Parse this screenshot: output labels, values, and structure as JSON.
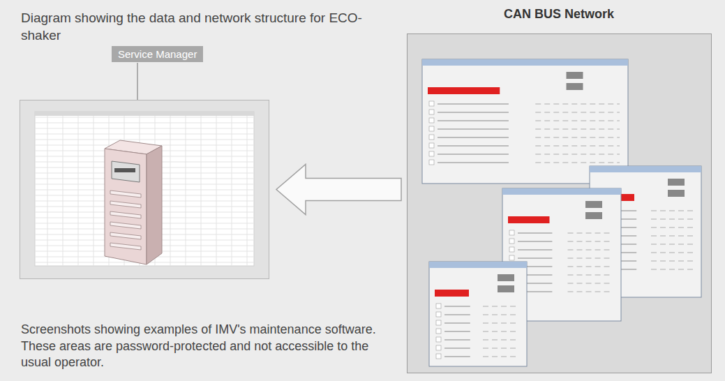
{
  "diagram": {
    "title": "Diagram showing the data and network structure for ECO-shaker",
    "caption": "Screenshots showing examples of IMV's maintenance software. These areas are password-protected and not accessible to the usual operator.",
    "nodes": [
      {
        "text": [
          "Service Manager"
        ]
      },
      {
        "text": [
          "CAN BUS Network"
        ]
      }
    ],
    "edges": [
      {
        "from": 1,
        "to": 0,
        "arrow": "to"
      }
    ]
  }
}
